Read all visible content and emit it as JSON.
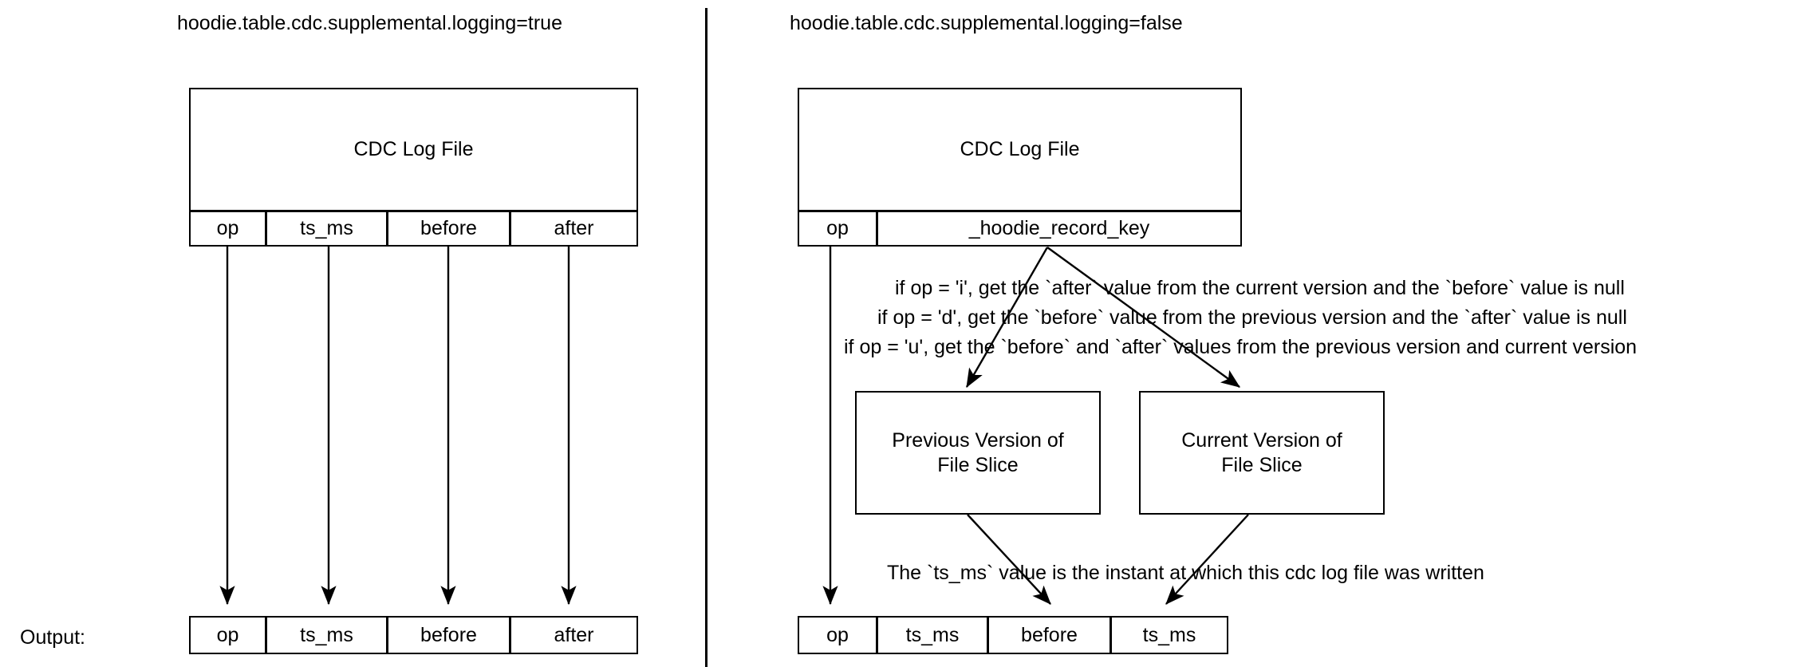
{
  "panels": {
    "left": {
      "title": "hoodie.table.cdc.supplemental.logging=true",
      "log_file": {
        "label": "CDC Log File"
      },
      "columns": [
        {
          "label": "op"
        },
        {
          "label": "ts_ms"
        },
        {
          "label": "before"
        },
        {
          "label": "after"
        }
      ],
      "output": {
        "label": "Output:",
        "columns": [
          {
            "label": "op"
          },
          {
            "label": "ts_ms"
          },
          {
            "label": "before"
          },
          {
            "label": "after"
          }
        ]
      }
    },
    "right": {
      "title": "hoodie.table.cdc.supplemental.logging=false",
      "log_file": {
        "label": "CDC Log File"
      },
      "columns": [
        {
          "label": "op"
        },
        {
          "label": "_hoodie_record_key"
        }
      ],
      "rules": [
        "if op = 'i', get the `after` value from the current version and the `before` value is null",
        "if op = 'd', get the `before` value from the previous version  and the `after` value is null",
        "if op = 'u', get the `before` and `after` values from the previous version and current version"
      ],
      "slices": [
        {
          "line1": "Previous Version of",
          "line2": "File Slice"
        },
        {
          "line1": "Current Version of",
          "line2": "File Slice"
        }
      ],
      "ts_note": "The `ts_ms` value is the instant at which this cdc log file was written",
      "output": {
        "columns": [
          {
            "label": "op"
          },
          {
            "label": "ts_ms"
          },
          {
            "label": "before"
          },
          {
            "label": "ts_ms"
          }
        ]
      }
    }
  },
  "colors": {
    "stroke": "#000000",
    "background": "#ffffff",
    "text": "#000000"
  }
}
